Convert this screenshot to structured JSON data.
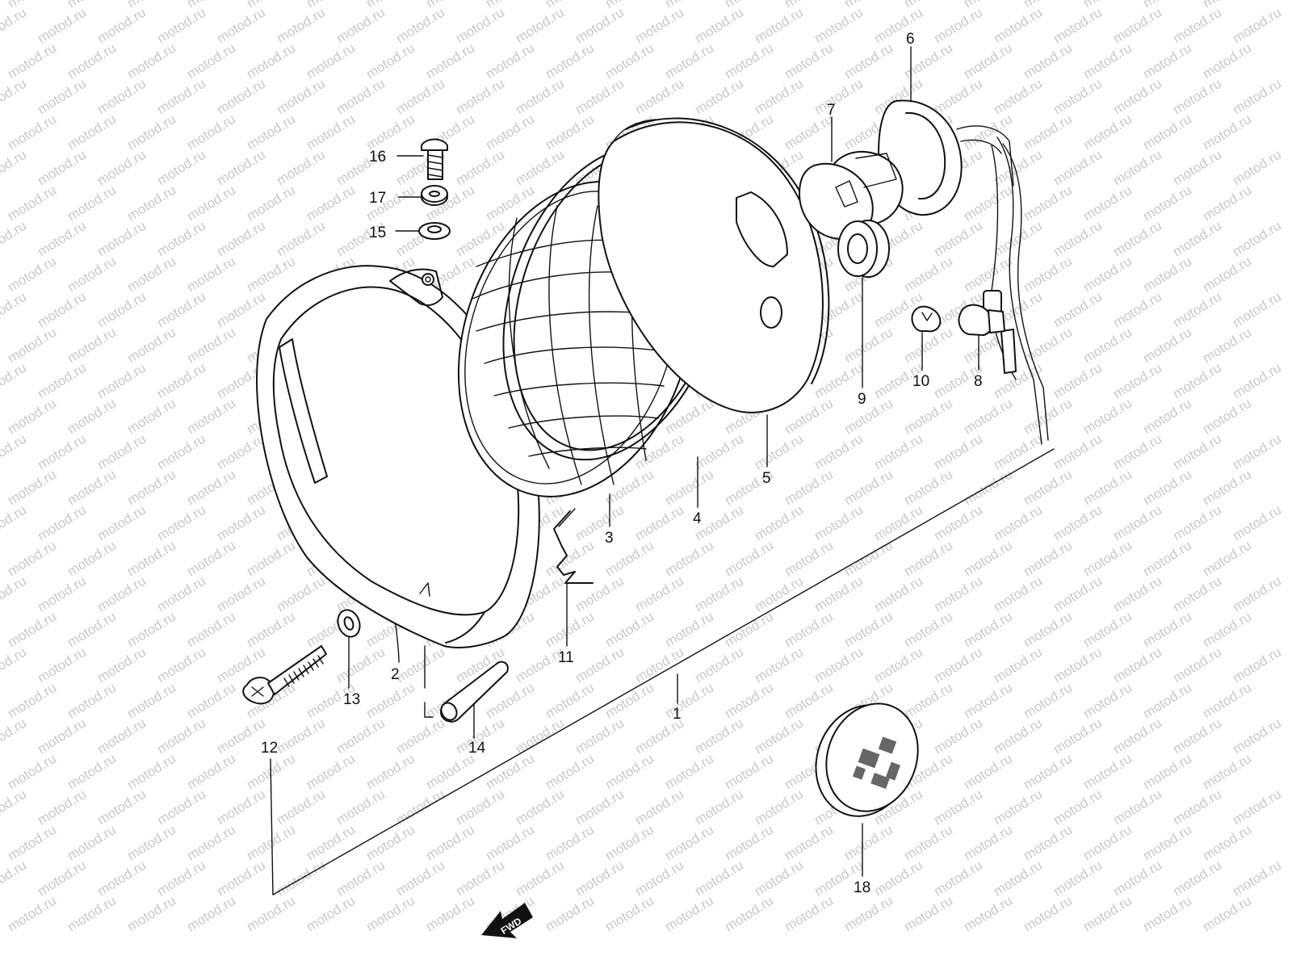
{
  "watermark_text": "motod.ru",
  "fwd_label": "FWD",
  "callouts": [
    {
      "id": "1",
      "label": "1"
    },
    {
      "id": "2",
      "label": "2"
    },
    {
      "id": "3",
      "label": "3"
    },
    {
      "id": "4",
      "label": "4"
    },
    {
      "id": "5",
      "label": "5"
    },
    {
      "id": "6",
      "label": "6"
    },
    {
      "id": "7",
      "label": "7"
    },
    {
      "id": "8",
      "label": "8"
    },
    {
      "id": "9",
      "label": "9"
    },
    {
      "id": "10",
      "label": "10"
    },
    {
      "id": "11",
      "label": "11"
    },
    {
      "id": "12",
      "label": "12"
    },
    {
      "id": "13",
      "label": "13"
    },
    {
      "id": "14",
      "label": "14"
    },
    {
      "id": "15",
      "label": "15"
    },
    {
      "id": "16",
      "label": "16"
    },
    {
      "id": "17",
      "label": "17"
    },
    {
      "id": "18",
      "label": "18"
    }
  ]
}
